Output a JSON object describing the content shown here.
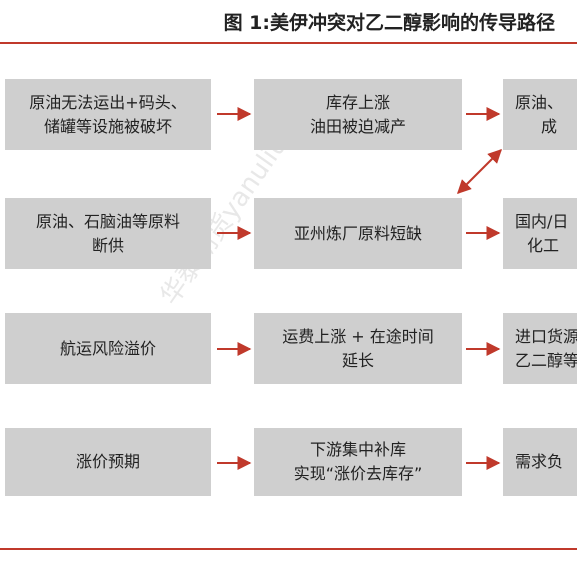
{
  "title": "图 1:美伊冲突对乙二醇影响的传导路径",
  "watermark": "华泰期货yanuliu",
  "colors": {
    "accent": "#c0392b",
    "box": "#cfcfcf",
    "text": "#222222"
  },
  "rows": [
    {
      "cause": [
        "原油无法运出+码头、",
        "储罐等设施被破坏"
      ],
      "effect": [
        "库存上涨",
        "油田被迫减产"
      ],
      "result": [
        "原油、",
        "成"
      ]
    },
    {
      "cause": [
        "原油、石脑油等原料",
        "断供"
      ],
      "effect": [
        "亚州炼厂原料短缺"
      ],
      "result": [
        "国内/日",
        "化工"
      ]
    },
    {
      "cause": [
        "航运风险溢价"
      ],
      "effect": [
        "运费上涨 + 在途时间",
        "延长"
      ],
      "result": [
        "进口货源",
        "乙二醇等"
      ]
    },
    {
      "cause": [
        "涨价预期"
      ],
      "effect": [
        "下游集中补库",
        "实现“涨价去库存”"
      ],
      "result": [
        "需求负"
      ]
    }
  ]
}
